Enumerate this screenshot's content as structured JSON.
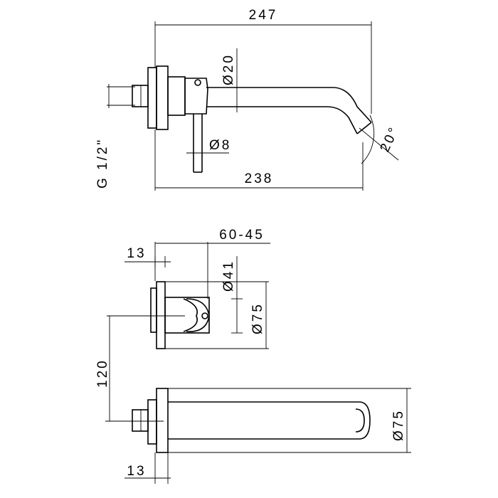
{
  "dimensions": {
    "top_length_overall": "247",
    "top_diameter_spout": "Ø20",
    "top_diameter_lever": "Ø8",
    "top_length_base": "238",
    "top_thread": "G 1/2\"",
    "top_angle": "20°",
    "mid_projection": "60-45",
    "mid_plate_thickness": "13",
    "mid_diameter_handle": "Ø41",
    "mid_diameter_plate": "Ø75",
    "mid_height": "120",
    "bottom_diameter_plate": "Ø75",
    "bottom_plate_thickness": "13"
  }
}
